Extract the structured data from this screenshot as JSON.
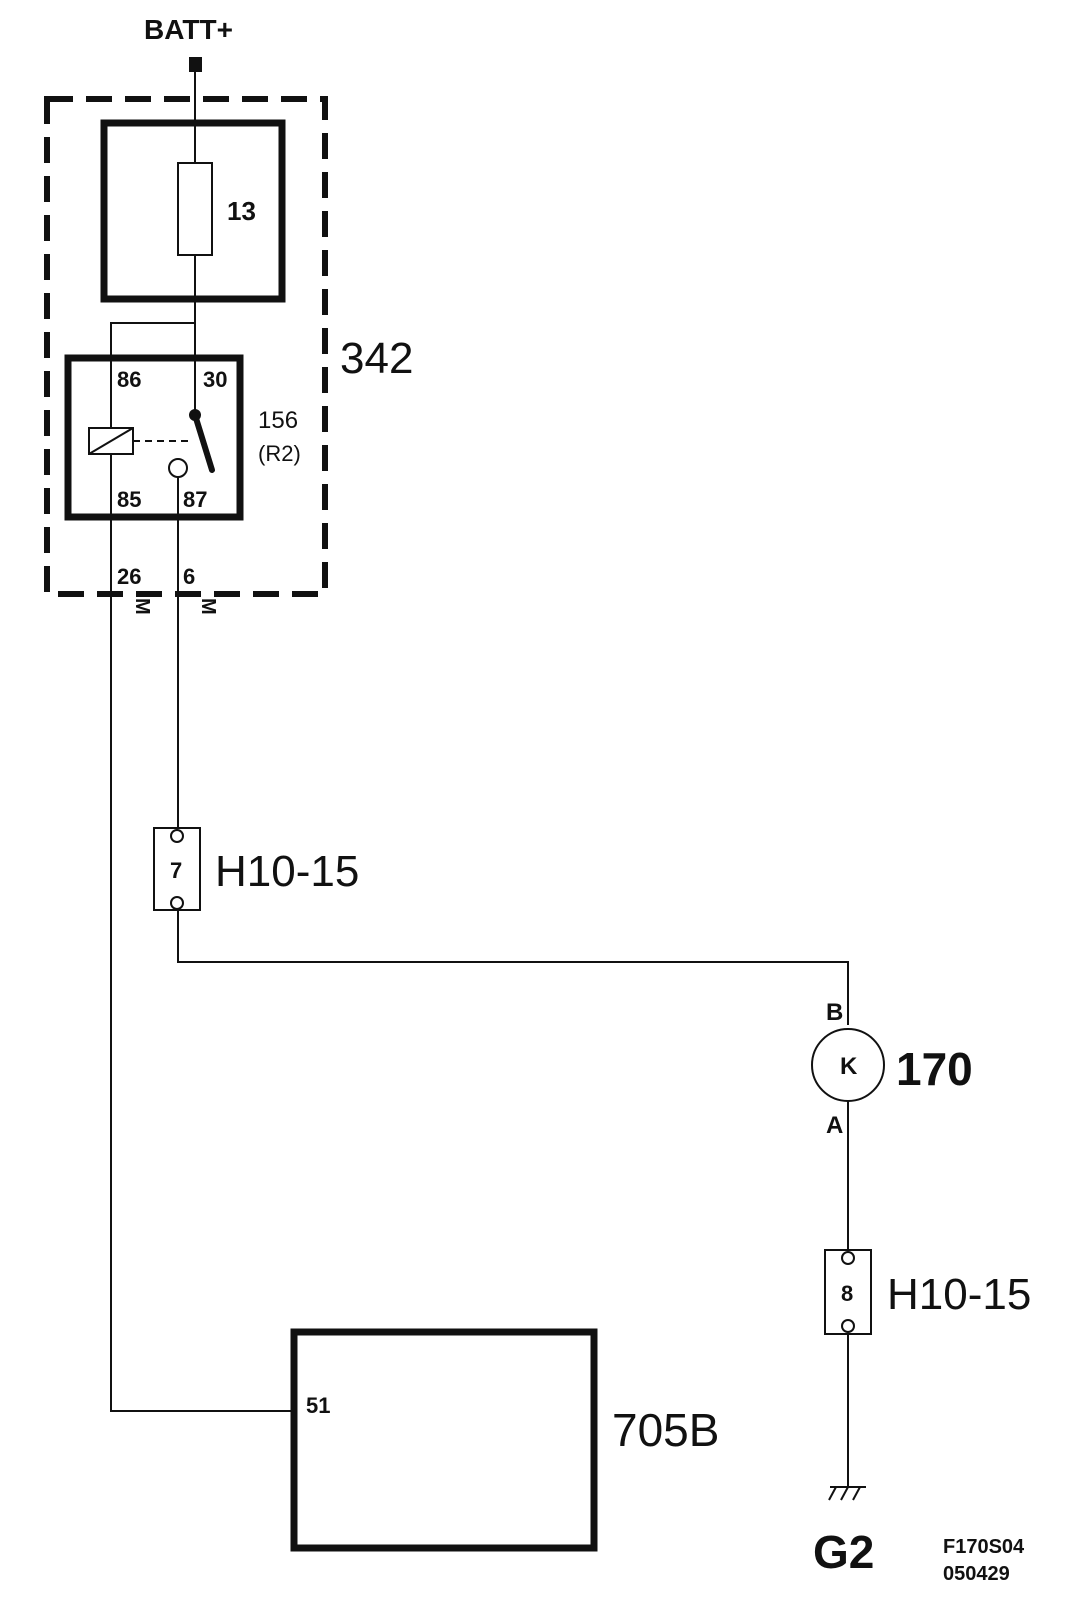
{
  "diagram": {
    "supply": "BATT+",
    "fuse": "13",
    "module": "342",
    "relay": {
      "id": "156",
      "sub": "(R2)",
      "pins": {
        "p86": "86",
        "p30": "30",
        "p85": "85",
        "p87": "87"
      }
    },
    "module_pins": {
      "left": "26",
      "right": "6"
    },
    "wire_codes": {
      "left": "M",
      "right": "M"
    },
    "connector_top": {
      "pin": "7",
      "label": "H10-15"
    },
    "connector_bottom": {
      "pin": "8",
      "label": "H10-15"
    },
    "component": {
      "id": "170",
      "symbol": "K",
      "pin_top": "B",
      "pin_bottom": "A"
    },
    "ecu": {
      "id": "705B",
      "pin": "51"
    },
    "ground": "G2",
    "figure_code": "F170S04",
    "figure_date": "050429",
    "colors": {
      "ink": "#111111",
      "paper": "#ffffff"
    }
  }
}
